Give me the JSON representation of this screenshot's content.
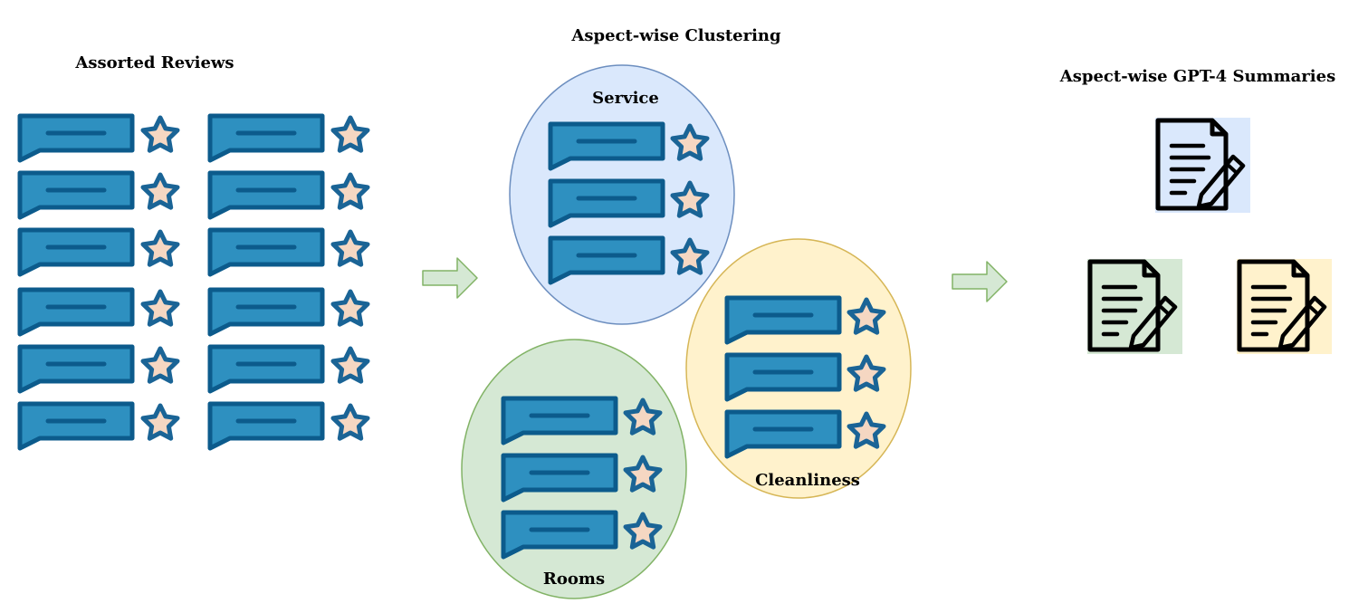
{
  "titles": {
    "reviews": "Assorted Reviews",
    "clustering": "Aspect-wise Clustering",
    "summaries": "Aspect-wise GPT-4 Summaries"
  },
  "clusters": [
    {
      "label": "Service",
      "color": "#dae8fc",
      "stroke": "#6c8ebf",
      "icons": [
        "review-bubble-icon",
        "star-icon"
      ]
    },
    {
      "label": "Cleanliness",
      "color": "#fff2cc",
      "stroke": "#d6b656",
      "icons": [
        "review-bubble-icon",
        "star-icon"
      ]
    },
    {
      "label": "Rooms",
      "color": "#d5e8d4",
      "stroke": "#82b366",
      "icons": [
        "review-bubble-icon",
        "star-icon"
      ]
    }
  ],
  "summaries": [
    {
      "aspect": "Service",
      "color": "#dae8fc",
      "icon": "document-edit-icon"
    },
    {
      "aspect": "Rooms",
      "color": "#d5e8d4",
      "icon": "document-edit-icon"
    },
    {
      "aspect": "Cleanliness",
      "color": "#fff2cc",
      "icon": "document-edit-icon"
    }
  ],
  "arrows": {
    "color": "#d5e8d4",
    "stroke": "#82b366",
    "icon": "right-arrow-icon"
  },
  "review_icons": {
    "bubble_fill": "#2e90c0",
    "bubble_stroke": "#0c5b8c",
    "star_fill": "#f5d7c2",
    "star_stroke": "#1a6496"
  }
}
